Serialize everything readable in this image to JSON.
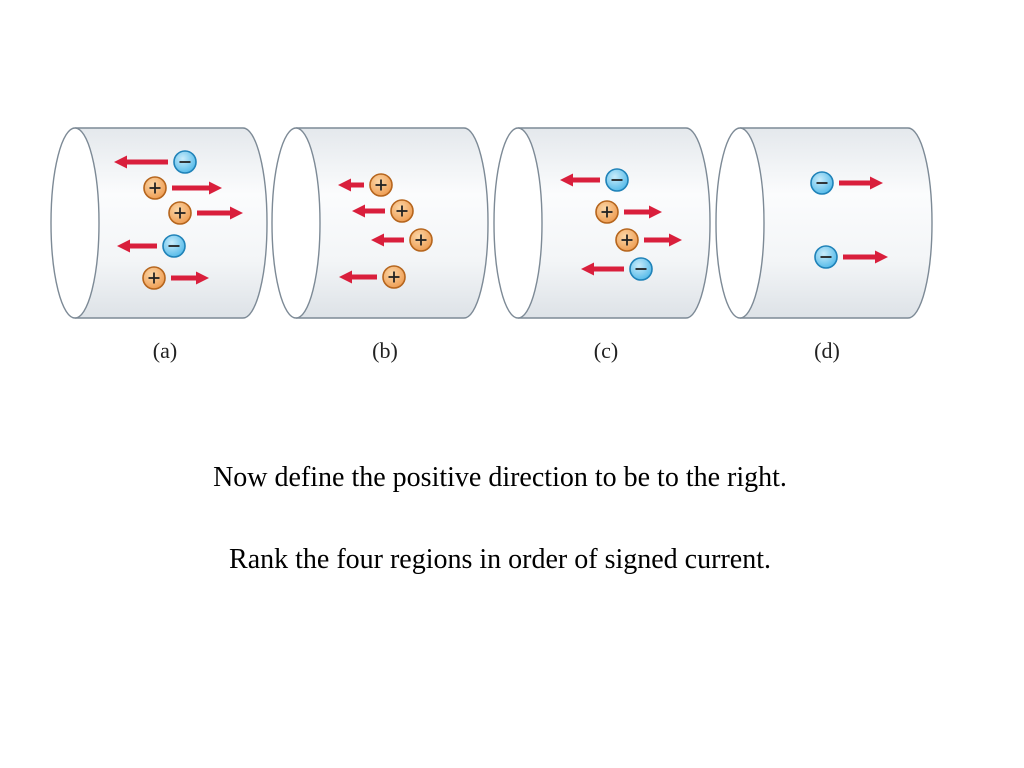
{
  "panels": [
    {
      "label": "(a)",
      "particles": [
        {
          "charge": "negative",
          "direction": "left"
        },
        {
          "charge": "positive",
          "direction": "right"
        },
        {
          "charge": "positive",
          "direction": "right"
        },
        {
          "charge": "negative",
          "direction": "left"
        },
        {
          "charge": "positive",
          "direction": "right"
        }
      ]
    },
    {
      "label": "(b)",
      "particles": [
        {
          "charge": "positive",
          "direction": "left"
        },
        {
          "charge": "positive",
          "direction": "left"
        },
        {
          "charge": "positive",
          "direction": "left"
        },
        {
          "charge": "positive",
          "direction": "left"
        }
      ]
    },
    {
      "label": "(c)",
      "particles": [
        {
          "charge": "negative",
          "direction": "left"
        },
        {
          "charge": "positive",
          "direction": "right"
        },
        {
          "charge": "positive",
          "direction": "right"
        },
        {
          "charge": "negative",
          "direction": "left"
        }
      ]
    },
    {
      "label": "(d)",
      "particles": [
        {
          "charge": "negative",
          "direction": "right"
        },
        {
          "charge": "negative",
          "direction": "right"
        }
      ]
    }
  ],
  "text": {
    "line1": "Now define the positive direction to be to the right.",
    "line2": "Rank the four regions in order of signed current."
  },
  "colors": {
    "positive_fill": "#f0a35e",
    "positive_stroke": "#b5651d",
    "negative_fill": "#6cc6ee",
    "negative_stroke": "#1f82b8",
    "arrow": "#d91f3c",
    "cylinder_stroke": "#7d8a96"
  }
}
